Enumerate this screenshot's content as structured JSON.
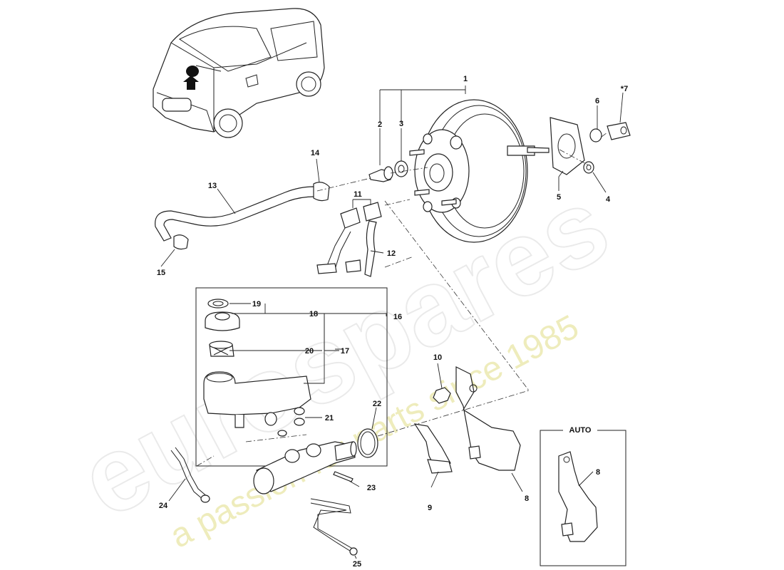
{
  "watermark": {
    "brand": "eurospares",
    "tagline": "a passion for parts since 1985"
  },
  "auto_box": {
    "title": "AUTO"
  },
  "callouts": {
    "c1": "1",
    "c2": "2",
    "c3": "3",
    "c4": "4",
    "c5": "5",
    "c6": "6",
    "c7": "*7",
    "c8": "8",
    "c8b": "8",
    "c9": "9",
    "c10": "10",
    "c11": "11",
    "c12": "12",
    "c13": "13",
    "c14": "14",
    "c15": "15",
    "c16": "16",
    "c17": "17",
    "c18": "18",
    "c19": "19",
    "c20": "20",
    "c21": "21",
    "c22": "22",
    "c23": "23",
    "c24": "24",
    "c25": "25"
  }
}
